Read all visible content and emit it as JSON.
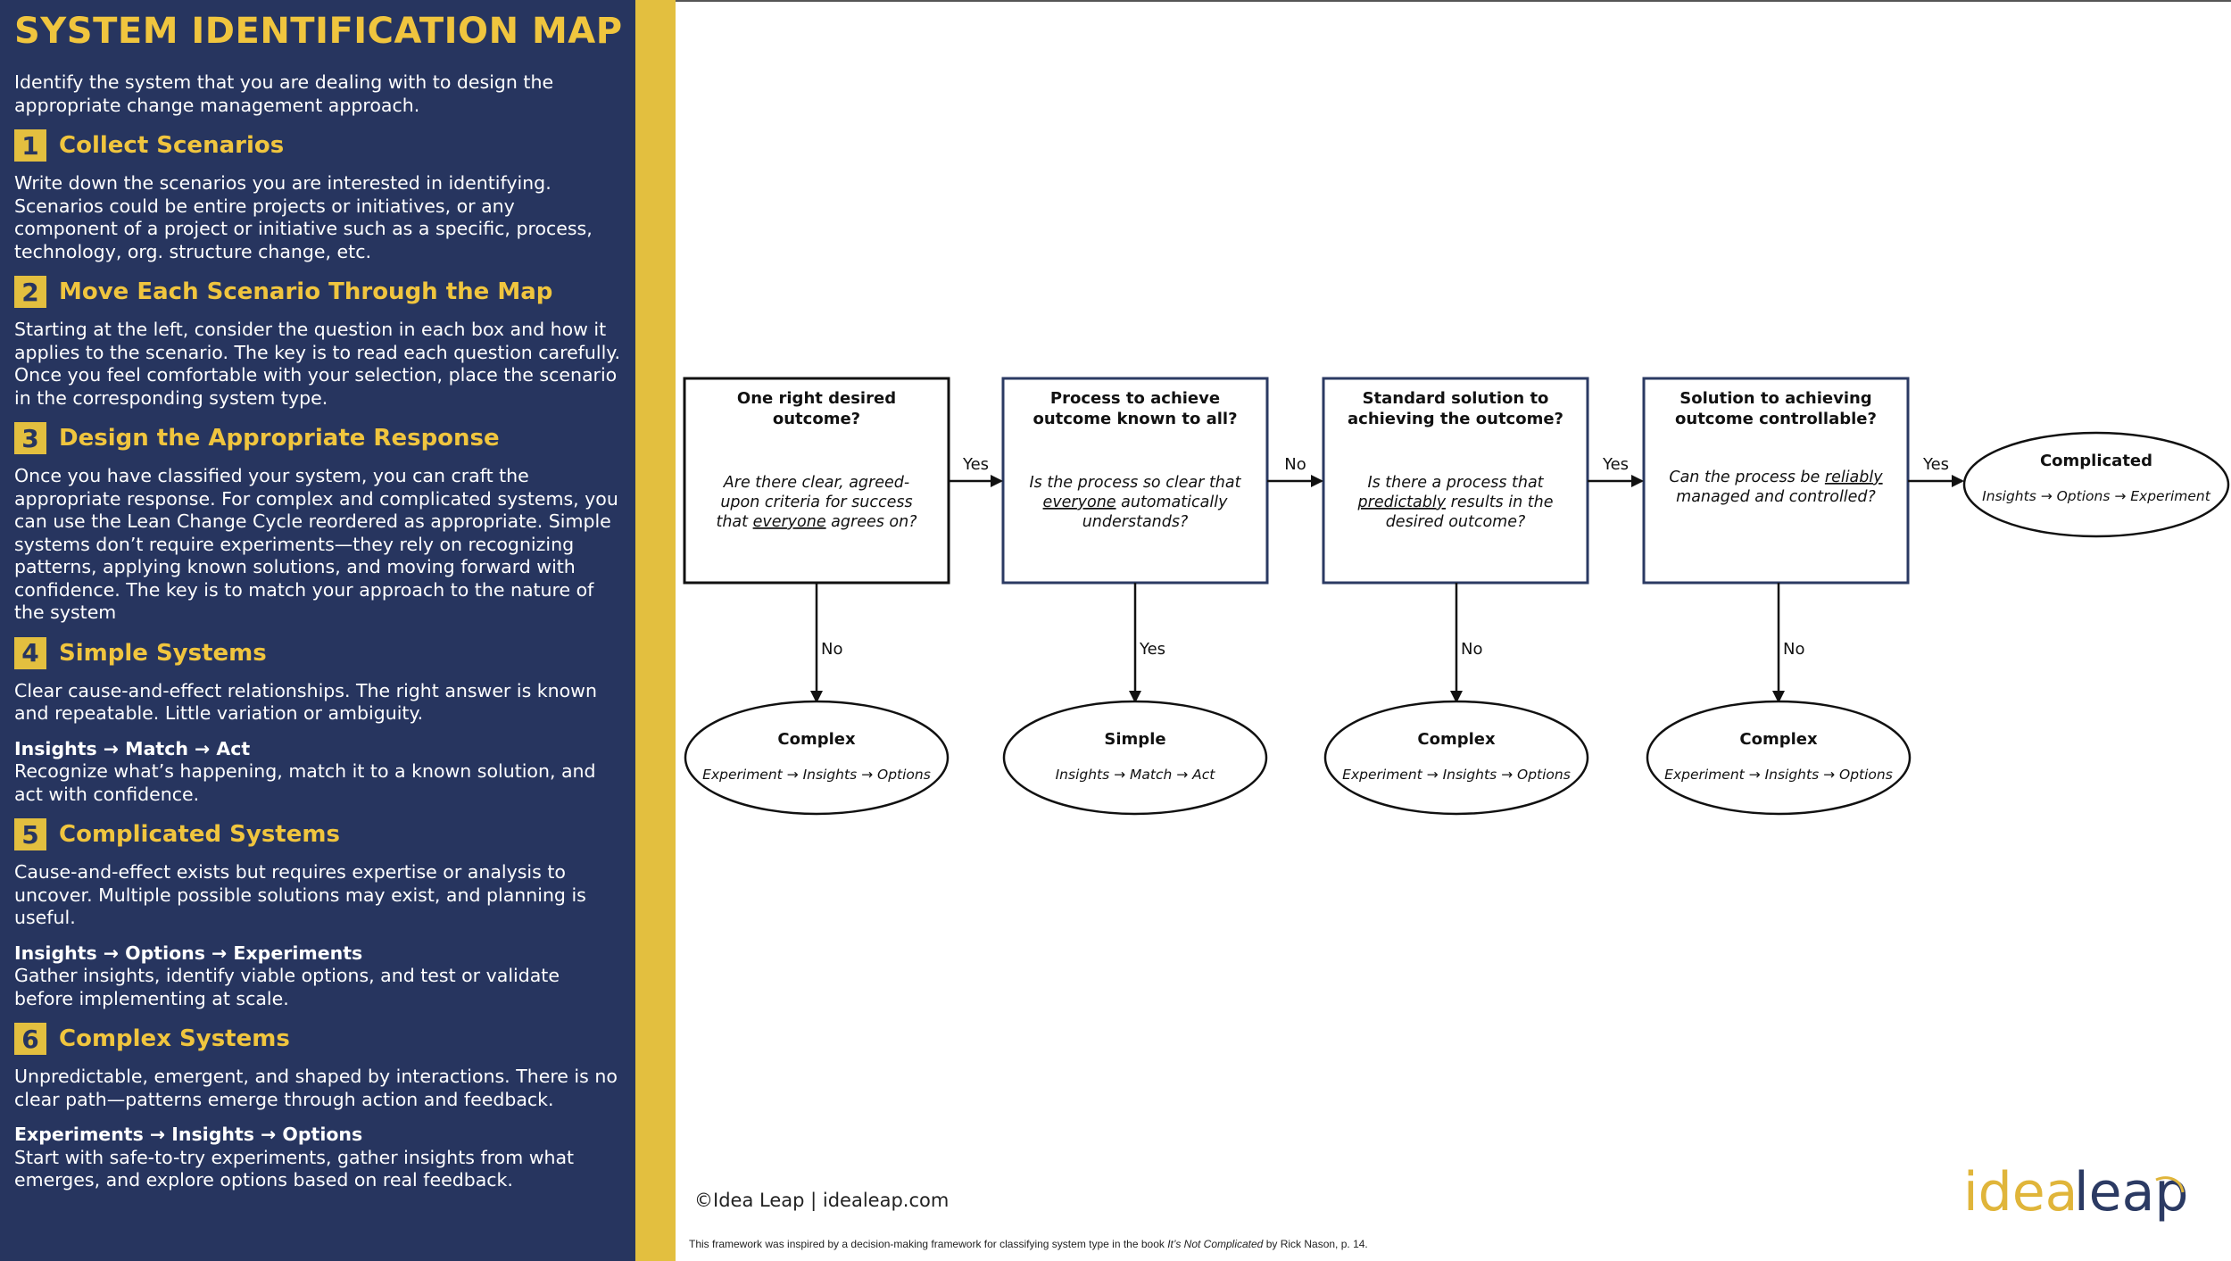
{
  "sidebar": {
    "title": "SYSTEM IDENTIFICATION MAP",
    "intro": "Identify the system that you are dealing with to design the appropriate change management approach.",
    "steps": [
      {
        "number": "1",
        "title": "Collect Scenarios",
        "body": "Write down the scenarios you are interested in identifying. Scenarios could be entire projects or initiatives, or any component of a project or initiative such as a specific, process, technology, org. structure change, etc."
      },
      {
        "number": "2",
        "title": "Move Each Scenario Through the Map",
        "body": "Starting at the left, consider the question in each box and how it applies to the scenario. The key is to read each question carefully. Once you feel comfortable with your selection, place the scenario in the corresponding system type."
      },
      {
        "number": "3",
        "title": "Design the Appropriate Response",
        "body": "Once you have classified your system, you can craft the appropriate response. For complex and complicated systems, you can use the Lean Change Cycle reordered as appropriate. Simple systems don’t require experiments—they rely on recognizing patterns, applying known solutions, and moving forward with confidence. The key is to match your approach to the nature of the system"
      },
      {
        "number": "4",
        "title": "Simple Systems",
        "body": "Clear cause-and-effect relationships. The right answer is known and repeatable. Little variation or ambiguity.",
        "approach": "Insights → Match → Act",
        "approach_body": "Recognize what’s happening, match it to a known solution, and act with confidence."
      },
      {
        "number": "5",
        "title": "Complicated Systems",
        "body": "Cause-and-effect exists but requires expertise or analysis to uncover. Multiple possible solutions may exist, and planning is useful.",
        "approach": "Insights → Options → Experiments",
        "approach_body": "Gather insights, identify viable options, and test or validate before implementing at scale."
      },
      {
        "number": "6",
        "title": "Complex Systems",
        "body": "Unpredictable, emergent, and shaped by interactions. There is no clear path—patterns emerge through action and feedback.",
        "approach": "Experiments → Insights → Options",
        "approach_body": "Start with safe-to-try experiments, gather insights from what emerges, and explore options based on real feedback."
      }
    ]
  },
  "diagram": {
    "boxes": [
      {
        "title": [
          "One right desired",
          "outcome?"
        ],
        "question": [
          [
            "Are there clear, agreed-"
          ],
          [
            "upon criteria for success"
          ],
          [
            "that ",
            "everyone",
            " agrees on?"
          ]
        ]
      },
      {
        "title": [
          "Process to achieve",
          "outcome known to all?"
        ],
        "question": [
          [
            "Is the process so clear that"
          ],
          [
            "",
            "everyone",
            " automatically"
          ],
          [
            "understands?"
          ]
        ]
      },
      {
        "title": [
          "Standard solution to",
          "achieving the outcome?"
        ],
        "question": [
          [
            "Is there a process that"
          ],
          [
            "",
            "predictably",
            " results in the"
          ],
          [
            "desired outcome?"
          ]
        ]
      },
      {
        "title": [
          "Solution to achieving",
          "outcome controllable?"
        ],
        "question": [
          [
            "Can the process be ",
            "reliably",
            ""
          ],
          [
            "managed and controlled?"
          ]
        ]
      }
    ],
    "right_edges": [
      "Yes",
      "No",
      "Yes",
      "Yes"
    ],
    "down_edges": [
      "No",
      "Yes",
      "No",
      "No"
    ],
    "outcomes": [
      {
        "title": "Complex",
        "sub": "Experiment → Insights → Options"
      },
      {
        "title": "Simple",
        "sub": "Insights → Match → Act"
      },
      {
        "title": "Complex",
        "sub": "Experiment → Insights → Options"
      },
      {
        "title": "Complex",
        "sub": "Experiment → Insights → Options"
      }
    ],
    "final_outcome": {
      "title": "Complicated",
      "sub": "Insights → Options → Experiment"
    }
  },
  "footer": {
    "copyright": "©Idea Leap | idealeap.com",
    "note_pre": "This framework was inspired by a decision-making framework for classifying system type in the book ",
    "note_book": "It’s Not Complicated",
    "note_post": " by Rick Nason, p. 14.",
    "logo_text_a": "idea",
    "logo_text_b": "leap"
  },
  "colors": {
    "navy": "#27355f",
    "gold": "#e3bf3f",
    "gold_text": "#f0c53e",
    "logo_gold": "#e0b53a",
    "logo_navy": "#2b3a63"
  }
}
